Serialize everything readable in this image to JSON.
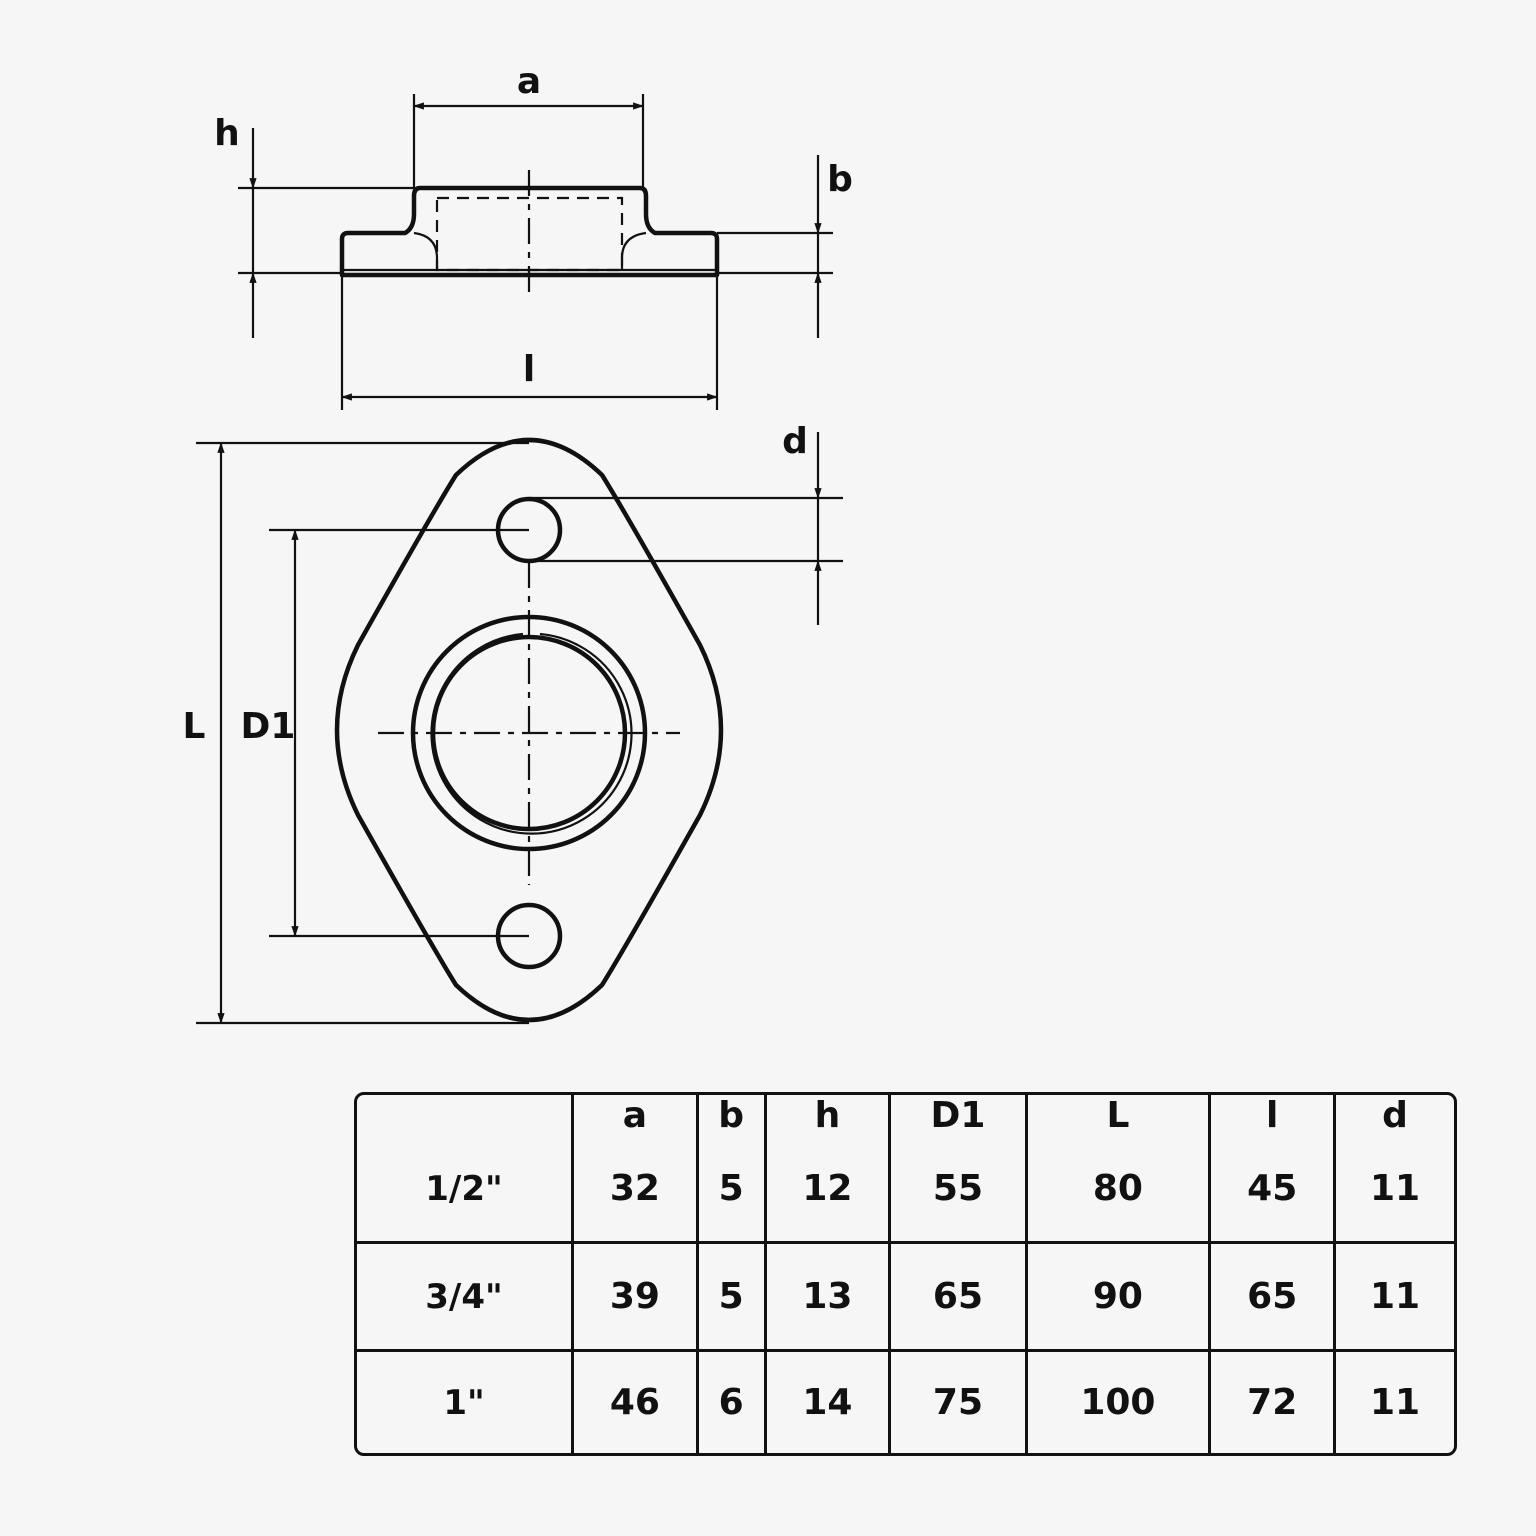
{
  "drawing": {
    "labels": {
      "a": "a",
      "h": "h",
      "b": "b",
      "l": "l",
      "d": "d",
      "L": "L",
      "D1": "D1"
    }
  },
  "table": {
    "headers": [
      "",
      "a",
      "b",
      "h",
      "D1",
      "L",
      "l",
      "d"
    ],
    "rows": [
      [
        "1/2\"",
        "32",
        "5",
        "12",
        "55",
        "80",
        "45",
        "11"
      ],
      [
        "3/4\"",
        "39",
        "5",
        "13",
        "65",
        "90",
        "65",
        "11"
      ],
      [
        "1\"",
        "46",
        "6",
        "14",
        "75",
        "100",
        "72",
        "11"
      ]
    ]
  }
}
